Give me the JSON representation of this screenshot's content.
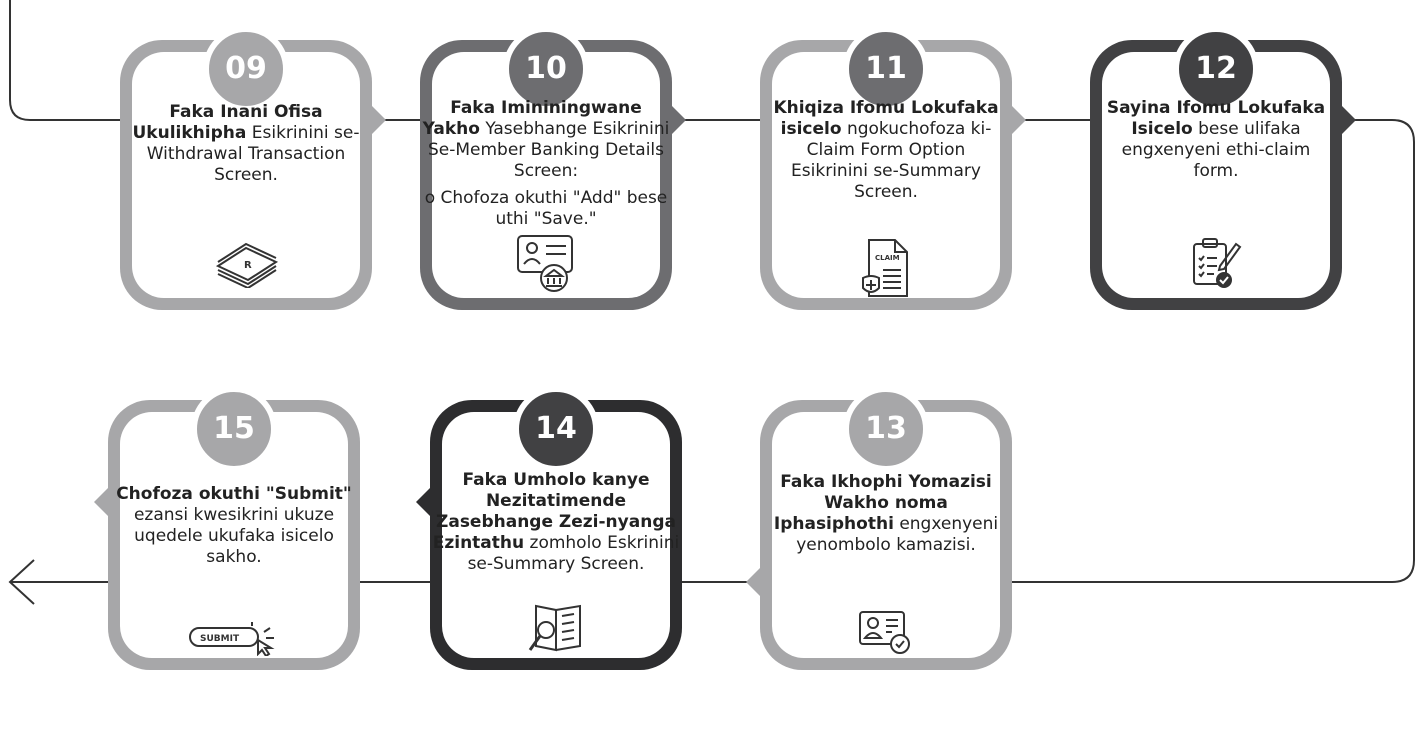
{
  "colors": {
    "light_gray": "#a7a7a9",
    "mid_gray": "#6d6d70",
    "dark_gray": "#414143",
    "darkest": "#2d2d2f",
    "line": "#333333"
  },
  "steps": [
    {
      "number": "09",
      "bold": "Faka Inani Ofisa Ukulikhipha",
      "text": "Esikrinini se-Withdrawal Transaction Screen.",
      "bullet": "",
      "icon": "money-stack-icon",
      "icon_label": "R"
    },
    {
      "number": "10",
      "bold": "Faka Imininingwane Yakho",
      "text": "Yasebhange Esikrinini Se-Member Banking Details Screen:",
      "bullet": "o Chofoza okuthi \"Add\" bese uthi \"Save.\"",
      "icon": "bank-id-card-icon",
      "icon_label": ""
    },
    {
      "number": "11",
      "bold": "Khiqiza Ifomu Lokufaka isicelo",
      "text": "ngokuchofoza ki-Claim Form Option Esikrinini se-Summary Screen.",
      "bullet": "",
      "icon": "claim-document-icon",
      "icon_label": "CLAIM"
    },
    {
      "number": "12",
      "bold": "Sayina Ifomu Lokufaka Isicelo",
      "text": "bese ulifaka engxenyeni ethi-claim form.",
      "bullet": "",
      "icon": "clipboard-sign-icon",
      "icon_label": ""
    },
    {
      "number": "13",
      "bold": "Faka Ikhophi Yomazisi Wakho noma Iphasiphothi",
      "text": "engxenyeni yenombolo kamazisi.",
      "bullet": "",
      "icon": "id-verified-icon",
      "icon_label": ""
    },
    {
      "number": "14",
      "bold": "Faka Umholo kanye Nezitatimende Zasebhange Zezi-nyanga Ezintathu",
      "text": "zomholo Eskrinini se-Summary Screen.",
      "bullet": "",
      "icon": "search-document-icon",
      "icon_label": ""
    },
    {
      "number": "15",
      "bold": "Chofoza okuthi \"Submit\"",
      "text": "ezansi kwesikrini ukuze uqedele ukufaka isicelo sakho.",
      "bullet": "",
      "icon": "submit-click-icon",
      "icon_label": "SUBMIT"
    }
  ]
}
